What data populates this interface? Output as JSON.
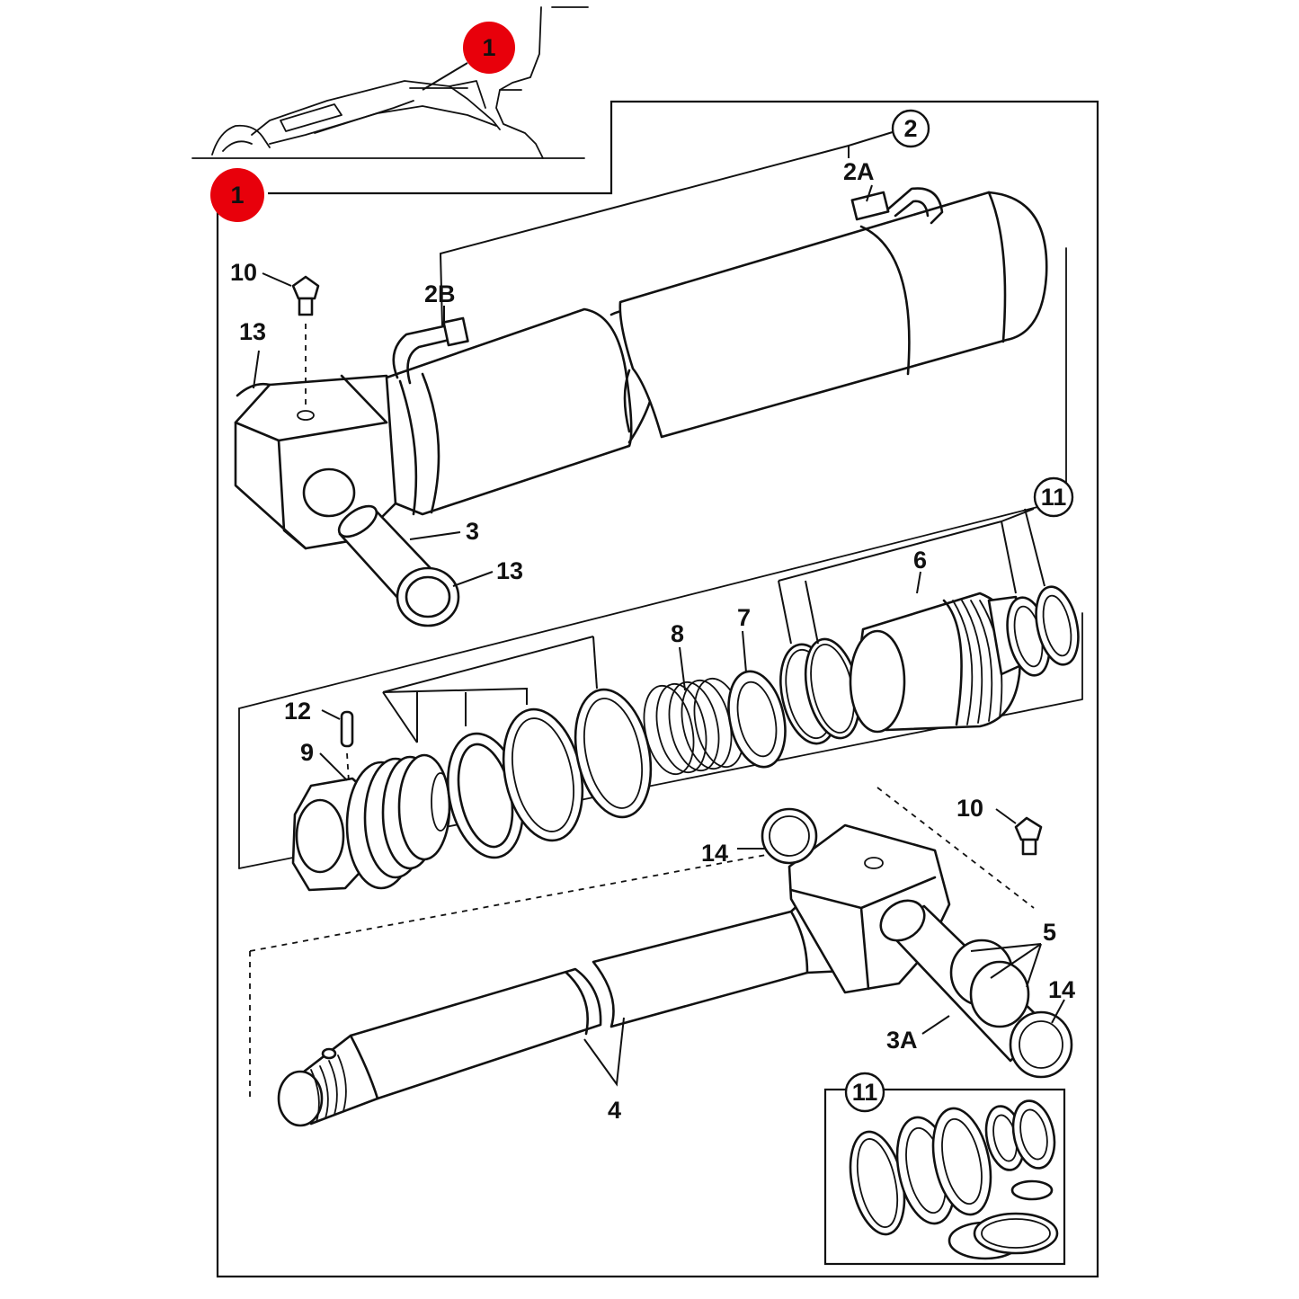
{
  "accent_color": "#e8000b",
  "callouts": {
    "main_marker": "1",
    "overview_marker": "1",
    "cylinder": "2",
    "port_a": "2A",
    "port_b": "2B",
    "pin": "3",
    "pin_end": "3A",
    "rod": "4",
    "rod_bushings": "5",
    "piston": "6",
    "spacer": "7",
    "spring": "8",
    "nut": "9",
    "grease_top": "10",
    "grease_rod": "10",
    "seal_kit": "11",
    "seal_kit_box": "11",
    "roll_pin": "12",
    "wiper_top": "13",
    "wiper_pin": "13",
    "wiper_rod": "14",
    "wiper_pin_end": "14"
  }
}
